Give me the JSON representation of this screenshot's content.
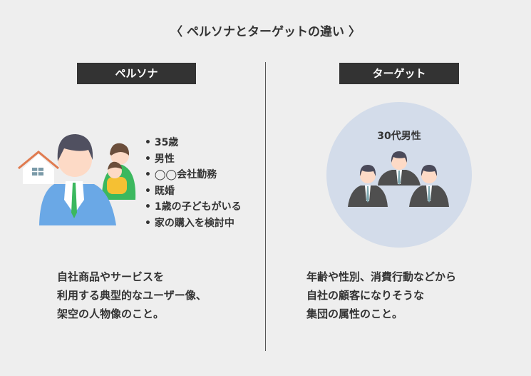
{
  "title": "〈 ペルソナとターゲットの違い 〉",
  "persona": {
    "label": "ペルソナ",
    "attributes": [
      "35歳",
      "男性",
      "◯◯会社勤務",
      "既婚",
      "1歳の子どもがいる",
      "家の購入を検討中"
    ],
    "description": [
      "自社商品やサービスを",
      "利用する典型的なユーザー像、",
      "架空の人物像のこと。"
    ]
  },
  "target": {
    "label": "ターゲット",
    "circle_text": "30代男性",
    "description": [
      "年齢や性別、消費行動などから",
      "自社の顧客になりそうな",
      "集団の属性のこと。"
    ]
  },
  "colors": {
    "background": "#eeeeee",
    "label_bg": "#333333",
    "circle": "#d3dcea",
    "suit_blue": "#6aa8e6",
    "suit_dark": "#4f4f4f"
  }
}
